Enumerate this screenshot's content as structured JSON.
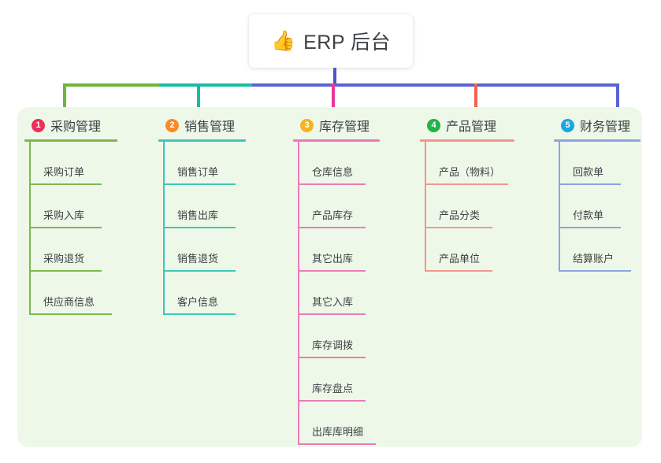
{
  "root": {
    "icon": "thumbs-up-icon",
    "emoji": "👍",
    "title": "ERP 后台"
  },
  "palette": {
    "page_background": "#ffffff",
    "panel_background": "#eef8e9",
    "card_background": "#ffffff",
    "text": "#3c4043",
    "stem": "#4a58c8",
    "trunk_green": "#6fb63c",
    "trunk_teal": "#16bda4",
    "trunk_blue": "#5b63d3"
  },
  "columns": [
    {
      "number": "1",
      "badge_color": "#eb2f5b",
      "title": "采购管理",
      "accent": "#7cb94a",
      "rule_color": "#7cb94a",
      "connector_color": "#6fb63c",
      "items": [
        {
          "label": "采购订单"
        },
        {
          "label": "采购入库"
        },
        {
          "label": "采购退货"
        },
        {
          "label": "供应商信息"
        }
      ]
    },
    {
      "number": "2",
      "badge_color": "#f58b29",
      "title": "销售管理",
      "accent": "#17c3ae",
      "rule_color": "#3fc7b4",
      "connector_color": "#16bda4",
      "items": [
        {
          "label": "销售订单"
        },
        {
          "label": "销售出库"
        },
        {
          "label": "销售退货"
        },
        {
          "label": "客户信息"
        }
      ]
    },
    {
      "number": "3",
      "badge_color": "#f5b321",
      "title": "库存管理",
      "accent": "#e84ba6",
      "rule_color": "#ec7ab8",
      "connector_color": "#e8399b",
      "items": [
        {
          "label": "仓库信息"
        },
        {
          "label": "产品库存"
        },
        {
          "label": "其它出库"
        },
        {
          "label": "其它入库"
        },
        {
          "label": "库存调拨"
        },
        {
          "label": "库存盘点"
        },
        {
          "label": "出库库明细"
        }
      ]
    },
    {
      "number": "4",
      "badge_color": "#22b24c",
      "title": "产品管理",
      "accent": "#f26251",
      "rule_color": "#f4968a",
      "connector_color": "#f4604e",
      "items": [
        {
          "label": "产品（物料）"
        },
        {
          "label": "产品分类"
        },
        {
          "label": "产品单位"
        }
      ]
    },
    {
      "number": "5",
      "badge_color": "#19a7e0",
      "title": "财务管理",
      "accent": "#4a6fd4",
      "rule_color": "#8ba4e0",
      "connector_color": "#5b63d3",
      "items": [
        {
          "label": "回款单"
        },
        {
          "label": "付款单"
        },
        {
          "label": "结算账户"
        }
      ]
    }
  ]
}
